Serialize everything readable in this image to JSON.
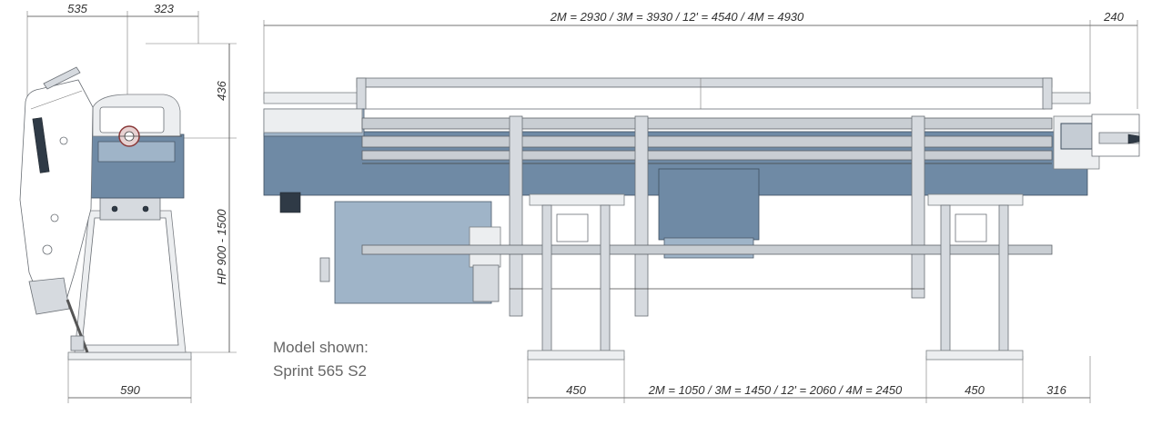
{
  "dimensions": {
    "side_top_left": "535",
    "side_top_right": "323",
    "side_height_upper": "436",
    "side_height_hp": "HP 900 - 1500",
    "side_base": "590",
    "front_overall": "2M = 2930 / 3M = 3930 / 12' = 4540 / 4M = 4930",
    "front_right_offset": "240",
    "front_foot_left": "450",
    "front_foot_spacing": "2M = 1050 / 3M = 1450 / 12' = 2060 / 4M = 2450",
    "front_foot_right": "450",
    "front_right_end": "316"
  },
  "caption": {
    "line1": "Model shown:",
    "line2": "Sprint 565 S2"
  },
  "colors": {
    "steel_blue": "#6f8aa5",
    "light_blue": "#9fb4c8",
    "steel_grey": "#d6dadf",
    "dark": "#2f3a46"
  }
}
